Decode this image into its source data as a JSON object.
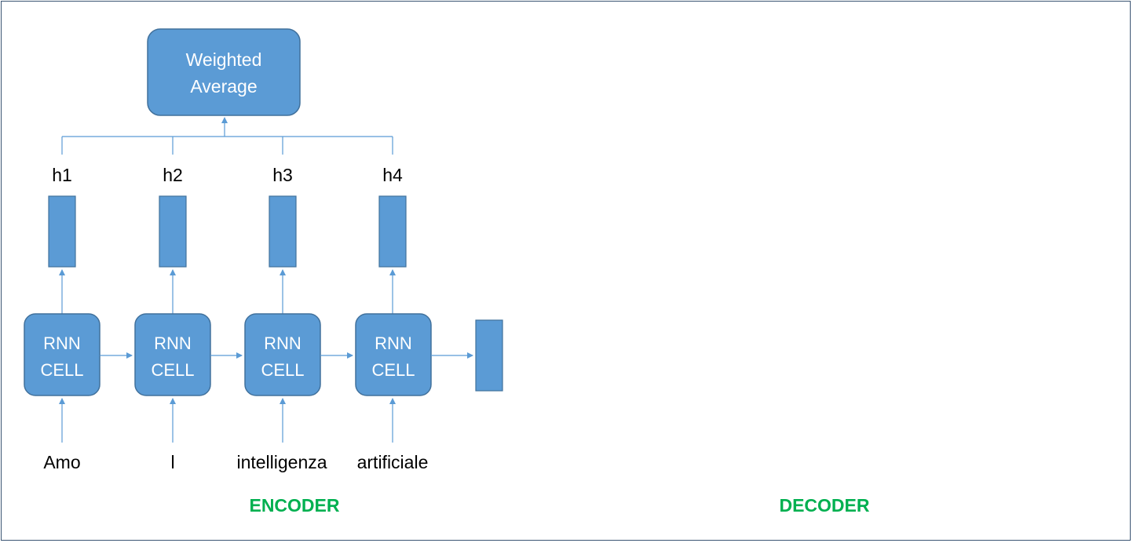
{
  "attention_box": {
    "line1": "Weighted",
    "line2": "Average"
  },
  "hidden_states": [
    "h1",
    "h2",
    "h3",
    "h4"
  ],
  "rnn_cells": [
    {
      "line1": "RNN",
      "line2": "CELL"
    },
    {
      "line1": "RNN",
      "line2": "CELL"
    },
    {
      "line1": "RNN",
      "line2": "CELL"
    },
    {
      "line1": "RNN",
      "line2": "CELL"
    }
  ],
  "input_words": [
    "Amo",
    "l",
    "intelligenza",
    "artificiale"
  ],
  "section_labels": {
    "encoder": "ENCODER",
    "decoder": "DECODER"
  },
  "colors": {
    "box_fill": "#5b9bd5",
    "box_stroke": "#41719c",
    "arrow": "#5b9bd5",
    "label_green": "#00b050",
    "border": "#3b5573"
  }
}
